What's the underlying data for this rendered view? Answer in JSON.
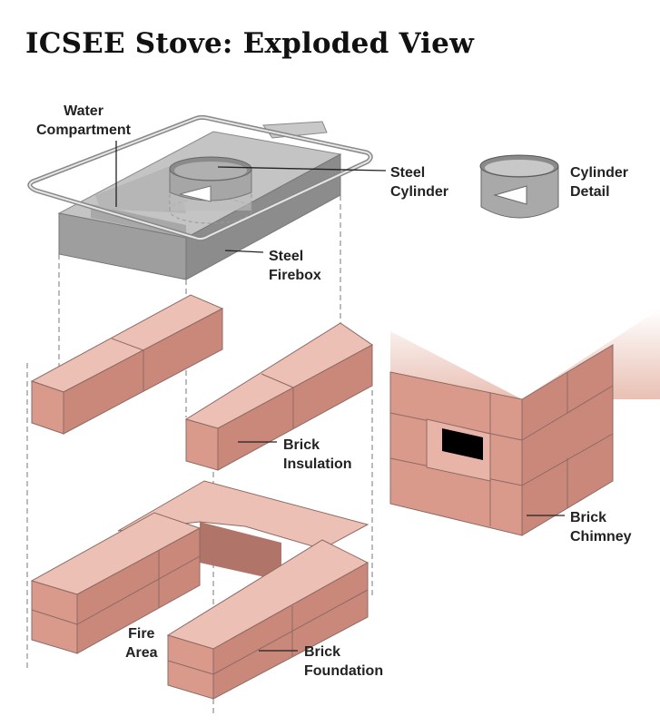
{
  "title": "ICSEE Stove: Exploded View",
  "labels": {
    "water_compartment": [
      "Water",
      "Compartment"
    ],
    "steel_cylinder": [
      "Steel",
      "Cylinder"
    ],
    "cylinder_detail": [
      "Cylinder",
      "Detail"
    ],
    "steel_firebox": [
      "Steel",
      "Firebox"
    ],
    "brick_insulation": [
      "Brick",
      "Insulation"
    ],
    "brick_chimney": [
      "Brick",
      "Chimney"
    ],
    "fire_area": [
      "Fire",
      "Area"
    ],
    "brick_foundation": [
      "Brick",
      "Foundation"
    ]
  },
  "colors": {
    "brick_top": "#ecc0b4",
    "brick_front": "#d99a8c",
    "steel": "#a9a9a9"
  }
}
